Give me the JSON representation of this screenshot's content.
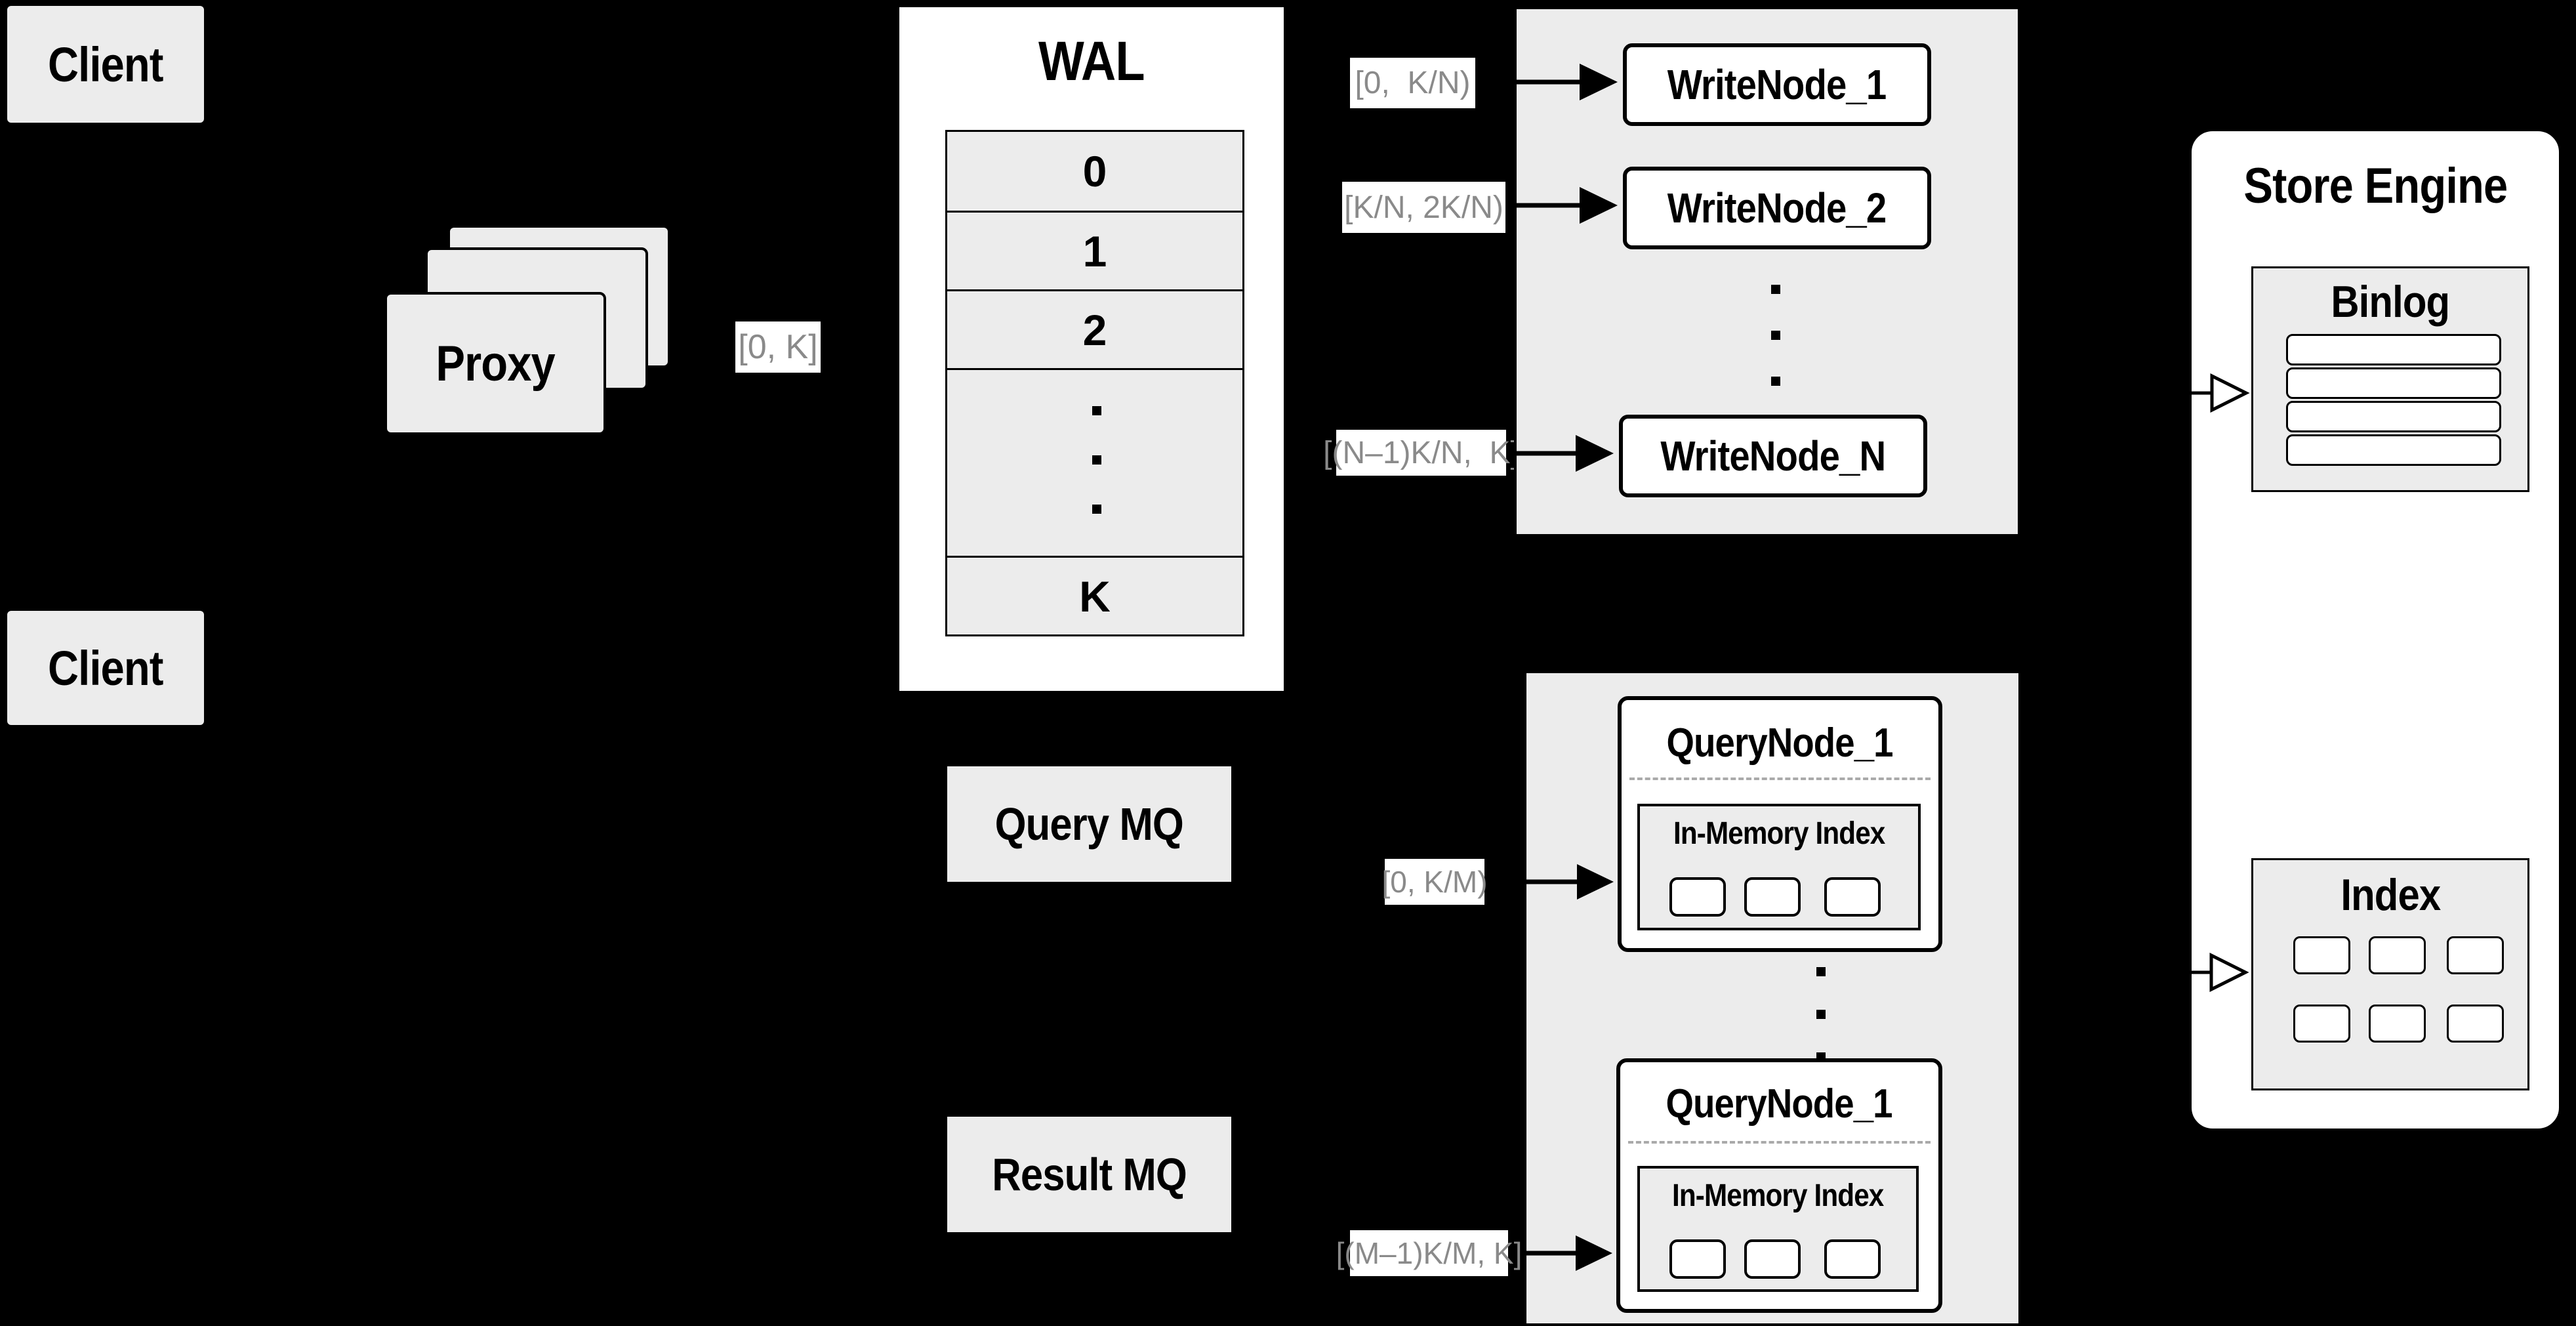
{
  "diagram_title": "Distributed write/query architecture",
  "colors": {
    "background": "#000000",
    "box_fill": "#ececec",
    "node_fill": "#ffffff",
    "line": "#000000",
    "range_label_text": "#8a8a8a",
    "dashed_divider": "#aaaaaa"
  },
  "clients": {
    "top_label": "Client",
    "bottom_label": "Client"
  },
  "proxy": {
    "label": "Proxy"
  },
  "range_labels": {
    "proxy_to_wal": "[0, K]",
    "write_1": "[0,  K/N)",
    "write_2": "[K/N, 2K/N)",
    "write_n": "[(N–1)K/N,  K]",
    "query_1": "[0, K/M)",
    "query_m": "[(M–1)K/M, K]"
  },
  "wal": {
    "title": "WAL",
    "rows": [
      "0",
      "1",
      "2",
      "K"
    ]
  },
  "write_panel": {
    "nodes": [
      "WriteNode_1",
      "WriteNode_2",
      "WriteNode_N"
    ]
  },
  "store_engine": {
    "title": "Store Engine",
    "binlog": {
      "title": "Binlog",
      "row_count": 4
    },
    "index": {
      "title": "Index",
      "cell_count": 6
    }
  },
  "mq": {
    "query": "Query MQ",
    "result": "Result MQ"
  },
  "query_panel": {
    "nodes": [
      {
        "title": "QueryNode_1",
        "inner": "In-Memory Index"
      },
      {
        "title": "QueryNode_1",
        "inner": "In-Memory Index"
      }
    ]
  }
}
